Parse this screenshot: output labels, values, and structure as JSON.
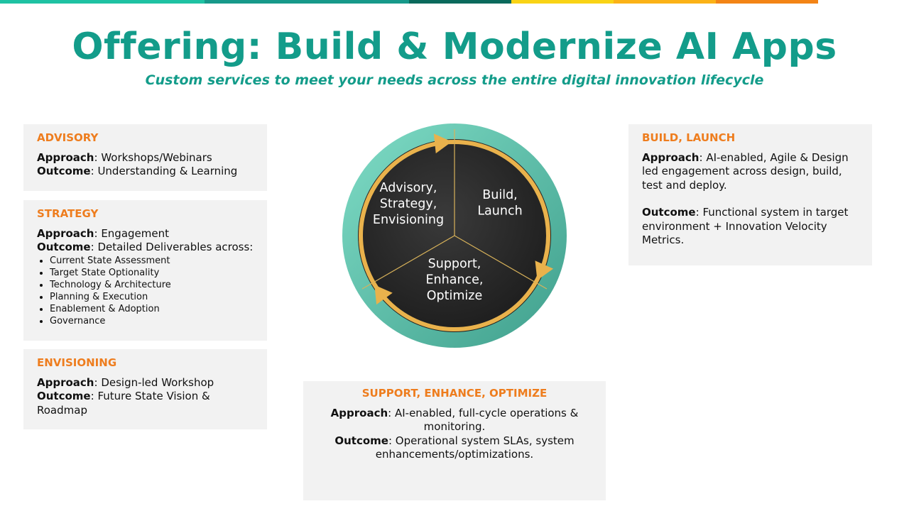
{
  "colors": {
    "teal": "#139c8a",
    "orange": "#ee7d1e",
    "wheel_dark": "#262626",
    "wheel_ring": "#62c4b0",
    "arrow_gold": "#e9b24c",
    "box_bg": "#f2f2f2"
  },
  "top_bar": [
    {
      "color": "#1fc2a3"
    },
    {
      "color": "#17998a"
    },
    {
      "color": "#0a6a5c"
    },
    {
      "color": "#f9d316"
    },
    {
      "color": "#fbb217"
    },
    {
      "color": "#f38416"
    }
  ],
  "header": {
    "title": "Offering: Build & Modernize AI Apps",
    "subtitle": "Custom services to meet your needs across the entire digital innovation lifecycle"
  },
  "labels": {
    "approach": "Approach",
    "outcome": "Outcome",
    "sep": ": "
  },
  "advisory": {
    "heading": "ADVISORY",
    "approach": "Workshops/Webinars",
    "outcome": "Understanding & Learning"
  },
  "strategy": {
    "heading": "STRATEGY",
    "approach": "Engagement",
    "outcome": "Detailed Deliverables across:",
    "bullets": [
      "Current State Assessment",
      "Target State Optionality",
      "Technology & Architecture",
      "Planning & Execution",
      "Enablement & Adoption",
      "Governance"
    ]
  },
  "envisioning": {
    "heading": "ENVISIONING",
    "approach": "Design-led Workshop",
    "outcome": "Future State Vision & Roadmap"
  },
  "build_launch": {
    "heading": "BUILD, LAUNCH",
    "approach": "AI-enabled, Agile & Design led engagement across design, build, test and deploy.",
    "outcome": "Functional system in target environment + Innovation Velocity Metrics."
  },
  "support": {
    "heading": "SUPPORT, ENHANCE, OPTIMIZE",
    "approach": "AI-enabled, full-cycle operations & monitoring.",
    "outcome": "Operational system SLAs, system enhancements/optimizations."
  },
  "wheel": {
    "segments": [
      {
        "lines": [
          "Advisory,",
          "Strategy,",
          "Envisioning"
        ]
      },
      {
        "lines": [
          "Build,",
          "Launch"
        ]
      },
      {
        "lines": [
          "Support,",
          "Enhance,",
          "Optimize"
        ]
      }
    ]
  }
}
